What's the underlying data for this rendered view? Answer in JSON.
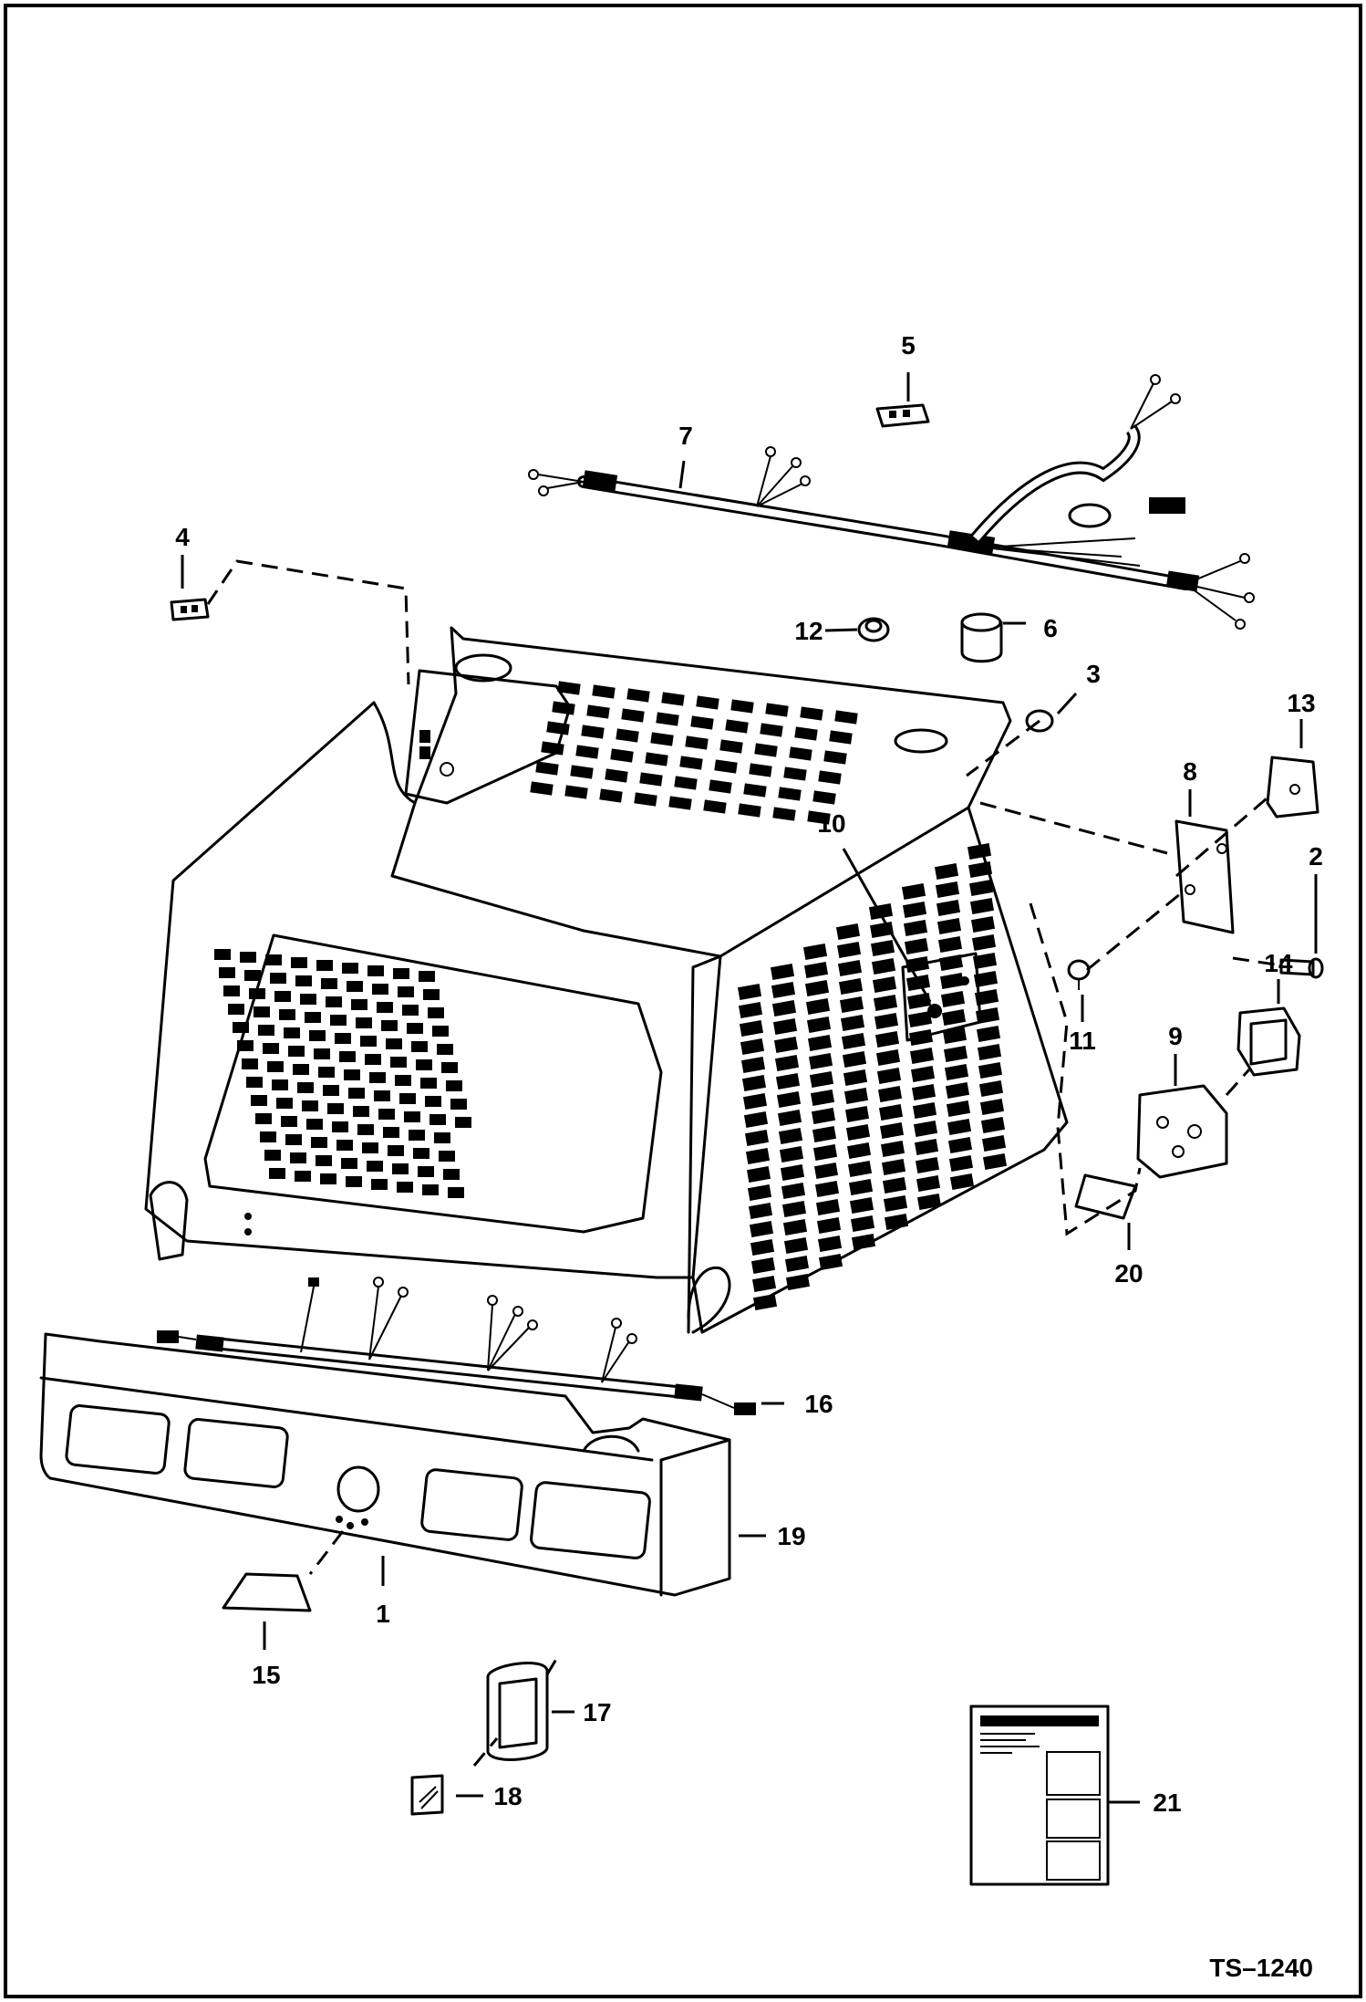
{
  "figure_code": "TS–1240",
  "callouts": {
    "c1": "1",
    "c2": "2",
    "c3": "3",
    "c4": "4",
    "c5": "5",
    "c6": "6",
    "c7": "7",
    "c8": "8",
    "c9": "9",
    "c10": "10",
    "c11": "11",
    "c12": "12",
    "c13": "13",
    "c14": "14",
    "c15": "15",
    "c16": "16",
    "c17": "17",
    "c18": "18",
    "c19": "19",
    "c20": "20",
    "c21": "21"
  }
}
